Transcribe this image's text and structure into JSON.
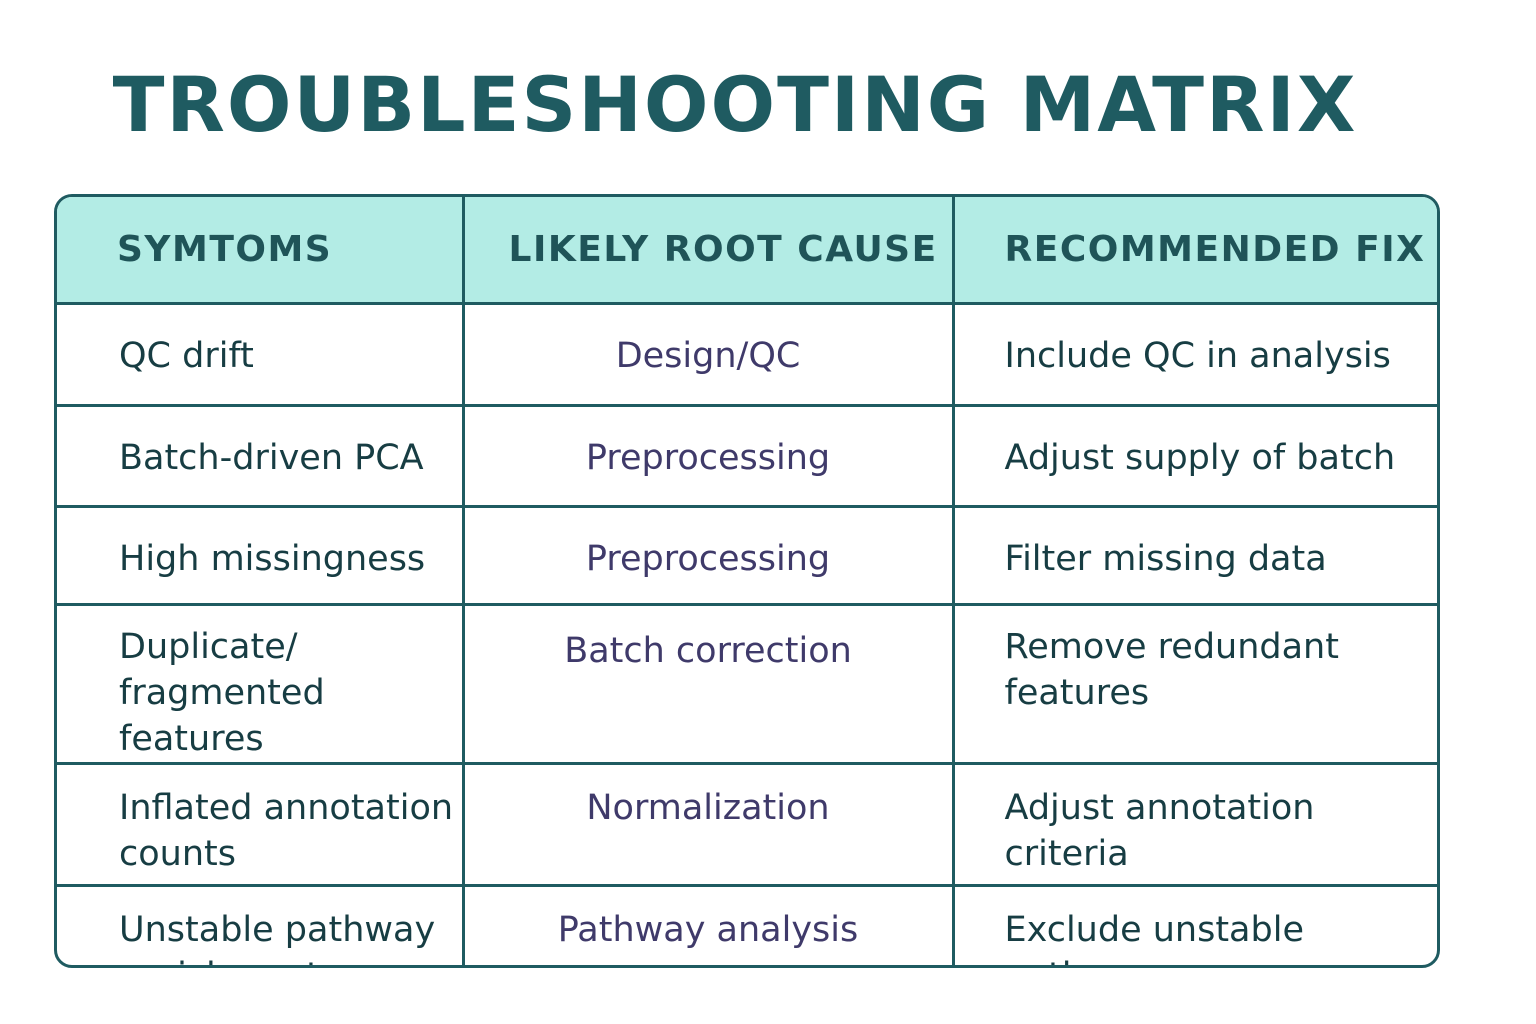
{
  "title": "TROUBLESHOOTING MATRIX",
  "colors": {
    "title": "#1f5b61",
    "header_bg": "#b3ece5",
    "header_text": "#1f5458",
    "border": "#1f5b61",
    "body_text": "#173d43",
    "cause_text": "#3f3a6a"
  },
  "table": {
    "headers": [
      "SYMTOMS",
      "LIKELY ROOT CAUSE",
      "RECOMMENDED FIX"
    ],
    "rows": [
      {
        "symptom": "QC drift",
        "cause": "Design/QC",
        "fix": "Include QC in analysis"
      },
      {
        "symptom": "Batch-driven PCA",
        "cause": "Preprocessing",
        "fix": "Adjust supply of batch"
      },
      {
        "symptom": "High missingness",
        "cause": "Preprocessing",
        "fix": "Filter missing data"
      },
      {
        "symptom": "Duplicate/ fragmented features",
        "cause": "Batch correction",
        "fix": "Remove redundant features"
      },
      {
        "symptom": "Inflated annotation counts",
        "cause": "Normalization",
        "fix": "Adjust annotation criteria"
      },
      {
        "symptom": "Unstable pathway enrichment",
        "cause": "Pathway analysis",
        "fix": "Exclude unstable pathways"
      }
    ]
  }
}
